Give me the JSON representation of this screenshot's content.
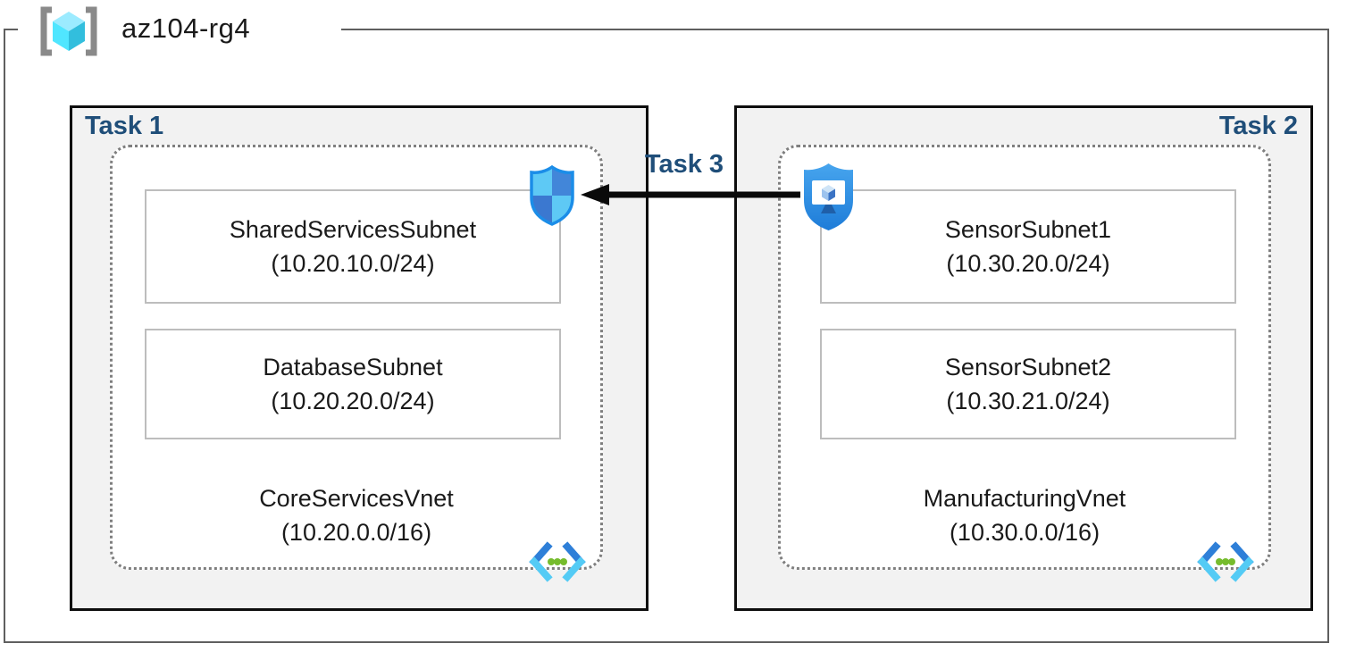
{
  "header": {
    "resource_group": "az104-rg4"
  },
  "labels": {
    "task1": "Task 1",
    "task2": "Task 2",
    "task3": "Task 3"
  },
  "vnets": [
    {
      "name": "CoreServicesVnet",
      "cidr": "(10.20.0.0/16)",
      "subnets": [
        {
          "name": "SharedServicesSubnet",
          "cidr": "(10.20.10.0/24)"
        },
        {
          "name": "DatabaseSubnet",
          "cidr": "(10.20.20.0/24)"
        }
      ]
    },
    {
      "name": "ManufacturingVnet",
      "cidr": "(10.30.0.0/16)",
      "subnets": [
        {
          "name": "SensorSubnet1",
          "cidr": "(10.30.20.0/24)"
        },
        {
          "name": "SensorSubnet2",
          "cidr": "(10.30.21.0/24)"
        }
      ]
    }
  ],
  "icons": {
    "resource_group": "resource-group-icon",
    "virtual_network": "virtual-network-icon",
    "network_security_group": "network-security-group-shield-icon",
    "application_security_group": "application-security-group-shield-icon",
    "arrow": "task3-arrow-left"
  },
  "colors": {
    "task_label_blue": "#1f4e79",
    "outer_border_gray": "#5f5f5f",
    "task_box_fill": "#f2f2f2",
    "task_box_border": "#0d0d0d",
    "dotted_border_gray": "#7f7f7f",
    "subnet_border_gray": "#bdbdbd",
    "shield_light_blue": "#5ec9f5",
    "shield_medium_blue": "#4286d9",
    "shield_outline_blue": "#1b8de8",
    "asg_shield_blue": "#2e86dc",
    "vnet_chevron_dark": "#2e7fd8",
    "vnet_chevron_light": "#54cbf5",
    "vnet_dot_green": "#76bc2d",
    "cube_light": "#9cebff",
    "cube_medium": "#50e6ff",
    "cube_dark": "#32bedd",
    "bracket_gray": "#8a8a8a"
  }
}
